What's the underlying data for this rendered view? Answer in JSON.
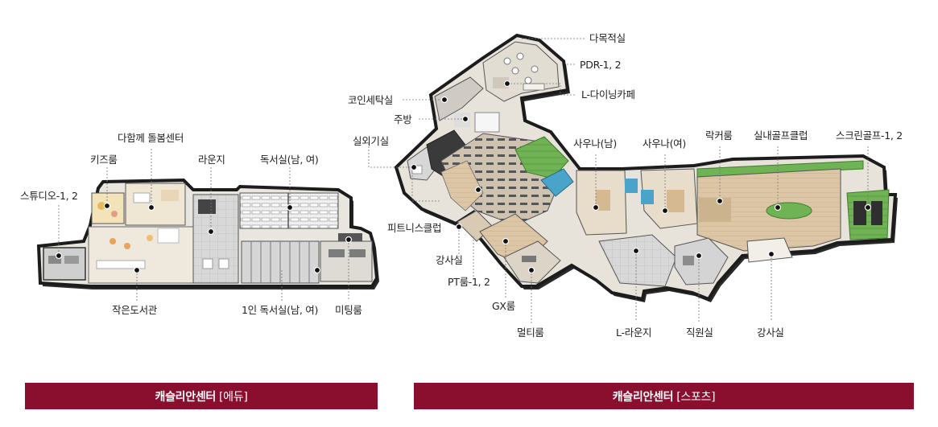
{
  "edu": {
    "labels": {
      "studio": "스튜디오-1, 2",
      "kids": "키즈룸",
      "care": "다함께 돌봄센터",
      "lounge": "라운지",
      "reading": "독서실(남, 여)",
      "library": "작은도서관",
      "single_reading": "1인 독서실(남, 여)",
      "meeting": "미팅룸"
    },
    "banner": {
      "title": "캐슬리안센터",
      "suffix": "[에듀]"
    }
  },
  "sports": {
    "labels": {
      "multi": "다목적실",
      "pdr": "PDR-1, 2",
      "dining": "L-다이닝카페",
      "laundry": "코인세탁실",
      "kitchen": "주방",
      "machine": "실외기실",
      "fitness": "피트니스클럽",
      "lecture_left": "강사실",
      "pt": "PT룸-1, 2",
      "gx": "GX룸",
      "multi_room": "멀티룸",
      "l_lounge": "L-라운지",
      "staff": "직원실",
      "lecture_right": "강사실",
      "sauna_m": "사우나(남)",
      "sauna_f": "사우나(여)",
      "locker": "락커룸",
      "golf": "실내골프클럽",
      "screen_golf": "스크린골프-1, 2"
    },
    "banner": {
      "title": "캐슬리안센터",
      "suffix": "[스포츠]"
    }
  },
  "colors": {
    "banner": "#8a0f2e",
    "wall": "#1c1c1c",
    "floor_light": "#ece6dc",
    "floor_wood": "#d9c4a4",
    "floor_gray": "#bfbfbf",
    "golf_green": "#5fa64a",
    "pool_blue": "#4aa3c9"
  }
}
